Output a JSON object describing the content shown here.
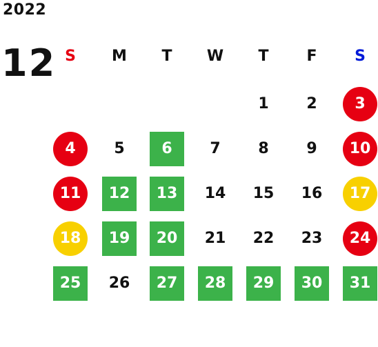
{
  "calendar": {
    "year": "2022",
    "month": "12",
    "weekdays": [
      {
        "label": "S",
        "color": "#e60012"
      },
      {
        "label": "M",
        "color": "#111111"
      },
      {
        "label": "T",
        "color": "#111111"
      },
      {
        "label": "W",
        "color": "#111111"
      },
      {
        "label": "T",
        "color": "#111111"
      },
      {
        "label": "F",
        "color": "#111111"
      },
      {
        "label": "S",
        "color": "#0019d8"
      }
    ],
    "colors": {
      "red": "#e60012",
      "green": "#3cb24a",
      "yellow": "#f8d000"
    },
    "days": [
      {
        "label": "1",
        "col": 4,
        "row": 0,
        "mark": "none"
      },
      {
        "label": "2",
        "col": 5,
        "row": 0,
        "mark": "none"
      },
      {
        "label": "3",
        "col": 6,
        "row": 0,
        "mark": "red-circle"
      },
      {
        "label": "4",
        "col": 0,
        "row": 1,
        "mark": "red-circle"
      },
      {
        "label": "5",
        "col": 1,
        "row": 1,
        "mark": "none"
      },
      {
        "label": "6",
        "col": 2,
        "row": 1,
        "mark": "green-square"
      },
      {
        "label": "7",
        "col": 3,
        "row": 1,
        "mark": "none"
      },
      {
        "label": "8",
        "col": 4,
        "row": 1,
        "mark": "none"
      },
      {
        "label": "9",
        "col": 5,
        "row": 1,
        "mark": "none"
      },
      {
        "label": "10",
        "col": 6,
        "row": 1,
        "mark": "red-circle"
      },
      {
        "label": "11",
        "col": 0,
        "row": 2,
        "mark": "red-circle"
      },
      {
        "label": "12",
        "col": 1,
        "row": 2,
        "mark": "green-square"
      },
      {
        "label": "13",
        "col": 2,
        "row": 2,
        "mark": "green-square"
      },
      {
        "label": "14",
        "col": 3,
        "row": 2,
        "mark": "none"
      },
      {
        "label": "15",
        "col": 4,
        "row": 2,
        "mark": "none"
      },
      {
        "label": "16",
        "col": 5,
        "row": 2,
        "mark": "none"
      },
      {
        "label": "17",
        "col": 6,
        "row": 2,
        "mark": "yellow-circle"
      },
      {
        "label": "18",
        "col": 0,
        "row": 3,
        "mark": "yellow-circle"
      },
      {
        "label": "19",
        "col": 1,
        "row": 3,
        "mark": "green-square"
      },
      {
        "label": "20",
        "col": 2,
        "row": 3,
        "mark": "green-square"
      },
      {
        "label": "21",
        "col": 3,
        "row": 3,
        "mark": "none"
      },
      {
        "label": "22",
        "col": 4,
        "row": 3,
        "mark": "none"
      },
      {
        "label": "23",
        "col": 5,
        "row": 3,
        "mark": "none"
      },
      {
        "label": "24",
        "col": 6,
        "row": 3,
        "mark": "red-circle"
      },
      {
        "label": "25",
        "col": 0,
        "row": 4,
        "mark": "green-square"
      },
      {
        "label": "26",
        "col": 1,
        "row": 4,
        "mark": "none"
      },
      {
        "label": "27",
        "col": 2,
        "row": 4,
        "mark": "green-square"
      },
      {
        "label": "28",
        "col": 3,
        "row": 4,
        "mark": "green-square"
      },
      {
        "label": "29",
        "col": 4,
        "row": 4,
        "mark": "green-square"
      },
      {
        "label": "30",
        "col": 5,
        "row": 4,
        "mark": "green-square"
      },
      {
        "label": "31",
        "col": 6,
        "row": 4,
        "mark": "green-square"
      }
    ]
  }
}
